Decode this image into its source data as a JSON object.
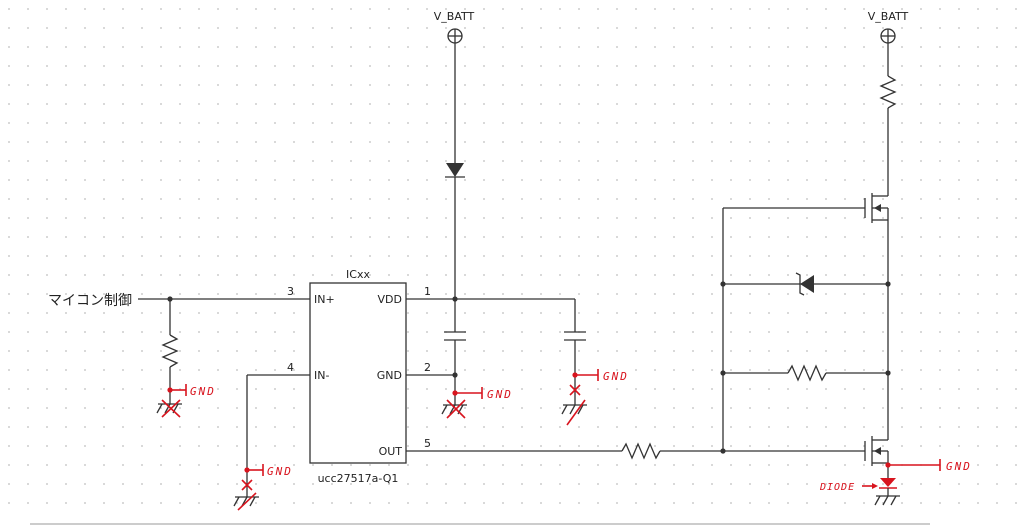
{
  "labels": {
    "vbatt_left": "V_BATT",
    "vbatt_right": "V_BATT",
    "input_signal": "マイコン制御",
    "ic_ref": "ICxx",
    "ic_part": "ucc27517a-Q1"
  },
  "pins": {
    "in_plus": {
      "number": "3",
      "name": "IN+"
    },
    "in_minus": {
      "number": "4",
      "name": "IN-"
    },
    "vdd": {
      "number": "1",
      "name": "VDD"
    },
    "gnd": {
      "number": "2",
      "name": "GND"
    },
    "out": {
      "number": "5",
      "name": "OUT"
    }
  },
  "annotations": {
    "gnd_1": "GND",
    "gnd_2": "GND",
    "gnd_3": "GND",
    "gnd_4": "GND",
    "gnd_5": "GND",
    "diode": "DIODE"
  },
  "colors": {
    "wire": "#333333",
    "annotation": "#d8141e",
    "grid_dot": "#bdbdbd",
    "background": "#ffffff"
  }
}
